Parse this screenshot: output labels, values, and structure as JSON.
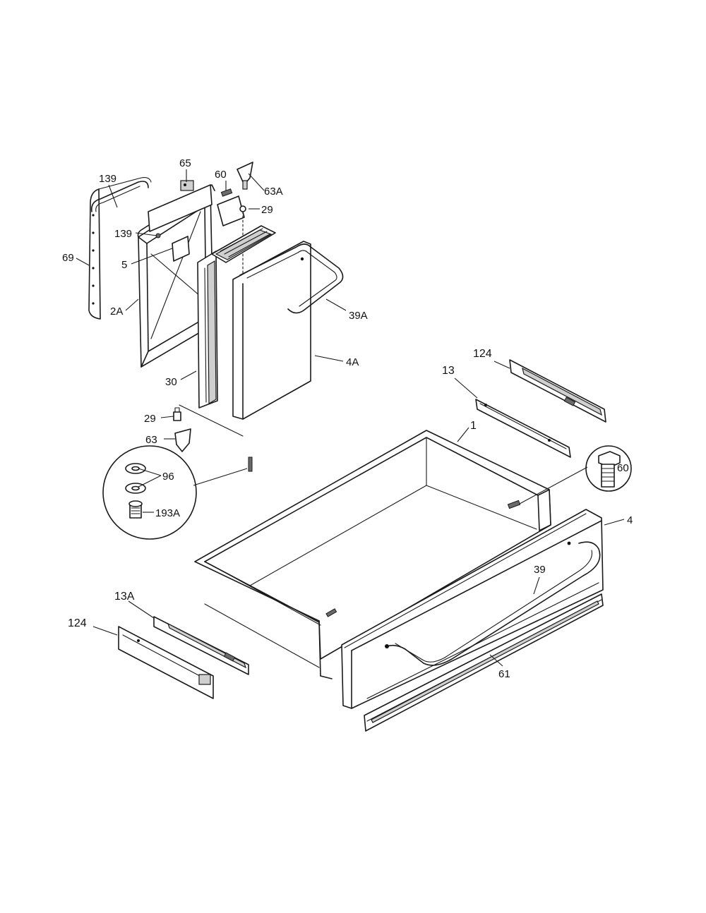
{
  "diagram": {
    "callouts": [
      {
        "id": "c65",
        "label": "65"
      },
      {
        "id": "c139a",
        "label": "139"
      },
      {
        "id": "c60a",
        "label": "60"
      },
      {
        "id": "c63A",
        "label": "63A"
      },
      {
        "id": "c29a",
        "label": "29"
      },
      {
        "id": "c139b",
        "label": "139"
      },
      {
        "id": "c5",
        "label": "5"
      },
      {
        "id": "c69",
        "label": "69"
      },
      {
        "id": "c2A",
        "label": "2A"
      },
      {
        "id": "c39A",
        "label": "39A"
      },
      {
        "id": "c4A",
        "label": "4A"
      },
      {
        "id": "c30",
        "label": "30"
      },
      {
        "id": "c124a",
        "label": "124"
      },
      {
        "id": "c13",
        "label": "13"
      },
      {
        "id": "c29b",
        "label": "29"
      },
      {
        "id": "c1",
        "label": "1"
      },
      {
        "id": "c63",
        "label": "63"
      },
      {
        "id": "c96",
        "label": "96"
      },
      {
        "id": "c60b",
        "label": "60"
      },
      {
        "id": "c193A",
        "label": "193A"
      },
      {
        "id": "c4",
        "label": "4"
      },
      {
        "id": "c39",
        "label": "39"
      },
      {
        "id": "c13A",
        "label": "13A"
      },
      {
        "id": "c124b",
        "label": "124"
      },
      {
        "id": "c61",
        "label": "61"
      }
    ]
  }
}
